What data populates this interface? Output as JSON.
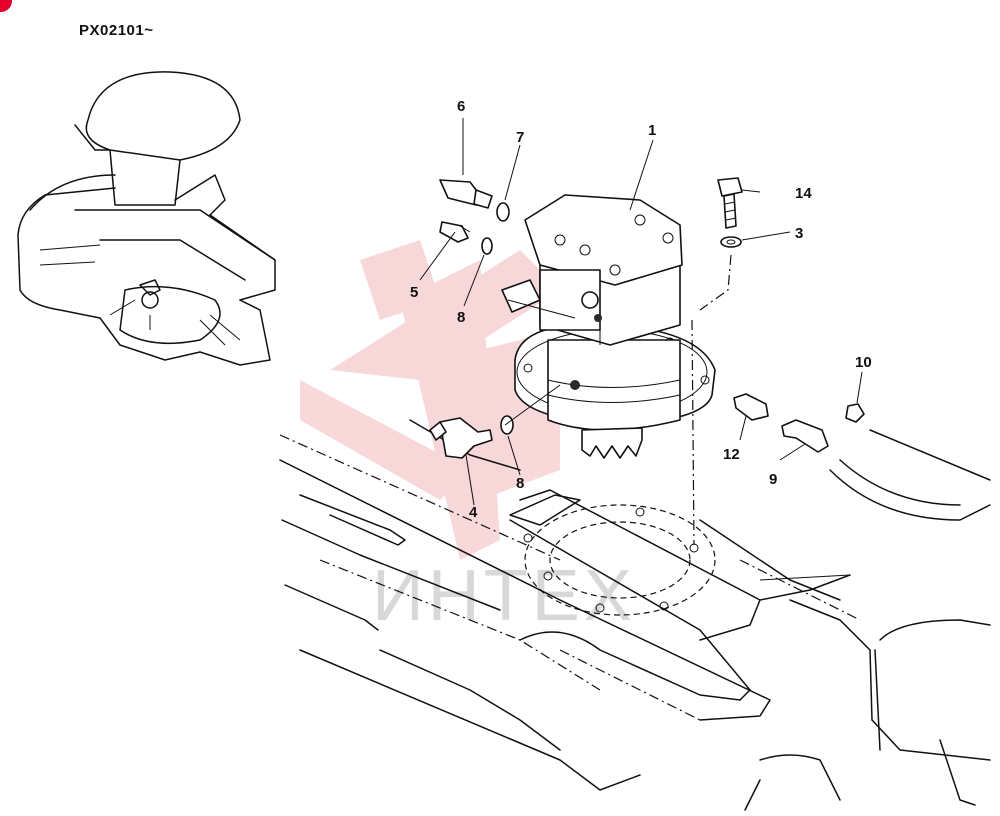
{
  "header": {
    "serial_range": "PX02101~"
  },
  "watermark": {
    "text": "ИНТЕХ",
    "color": "#f2b8b8"
  },
  "callouts": [
    {
      "id": "c1",
      "label": "1"
    },
    {
      "id": "c3",
      "label": "3"
    },
    {
      "id": "c4",
      "label": "4"
    },
    {
      "id": "c5",
      "label": "5"
    },
    {
      "id": "c6",
      "label": "6"
    },
    {
      "id": "c7",
      "label": "7"
    },
    {
      "id": "c8a",
      "label": "8"
    },
    {
      "id": "c8b",
      "label": "8"
    },
    {
      "id": "c9",
      "label": "9"
    },
    {
      "id": "c10",
      "label": "10"
    },
    {
      "id": "c12",
      "label": "12"
    },
    {
      "id": "c14",
      "label": "14"
    }
  ],
  "colors": {
    "ink": "#111111",
    "corner_mark": "#e3002b"
  }
}
